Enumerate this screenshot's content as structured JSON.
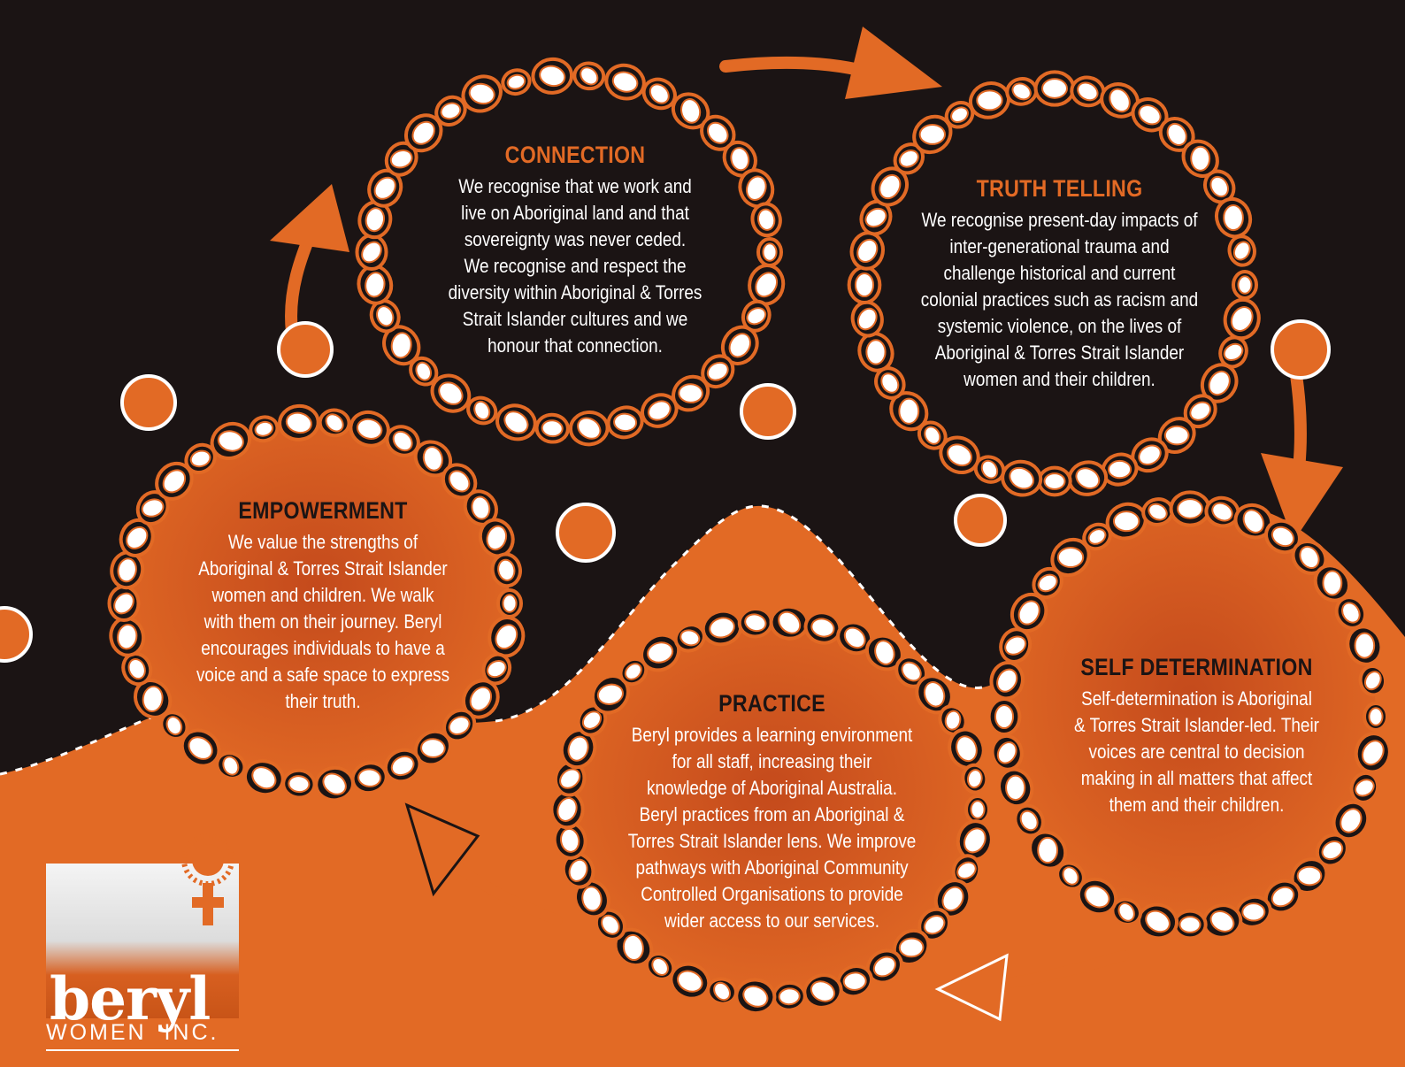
{
  "colors": {
    "background": "#1b1414",
    "orange": "#e26a25",
    "white": "#ffffff"
  },
  "rings": {
    "connection": {
      "title": "CONNECTION",
      "body": "We recognise that we work and\nlive on Aboriginal land and that\nsovereignty was never ceded.\nWe recognise  and respect the\ndiversity within Aboriginal & Torres\nStrait Islander cultures and we\nhonour that connection."
    },
    "truth_telling": {
      "title": "TRUTH TELLING",
      "body": "We recognise present-day impacts of\ninter-generational trauma and\nchallenge historical and current\ncolonial practices such as racism and\nsystemic violence, on the lives of\nAboriginal & Torres Strait Islander\nwomen and their children."
    },
    "empowerment": {
      "title": "EMPOWERMENT",
      "body": "We value the strengths of\nAboriginal & Torres Strait Islander\nwomen and children. We walk\nwith them on their journey. Beryl\nencourages individuals to have a\nvoice and a safe space to express\ntheir truth."
    },
    "practice": {
      "title": "PRACTICE",
      "body": "Beryl provides a learning environment\nfor all staff, increasing their\nknowledge of Aboriginal Australia.\nBeryl practices from an Aboriginal &\nTorres Strait Islander lens. We improve\npathways with Aboriginal Community\nControlled Organisations to provide\nwider access to our services."
    },
    "self_determination": {
      "title": "SELF DETERMINATION",
      "body": "Self-determination is Aboriginal\n& Torres Strait Islander-led. Their\nvoices are central to decision\nmaking in all matters that affect\nthem and their children."
    }
  },
  "logo": {
    "word": "beryl",
    "subtitle": "WOMEN  INC."
  }
}
